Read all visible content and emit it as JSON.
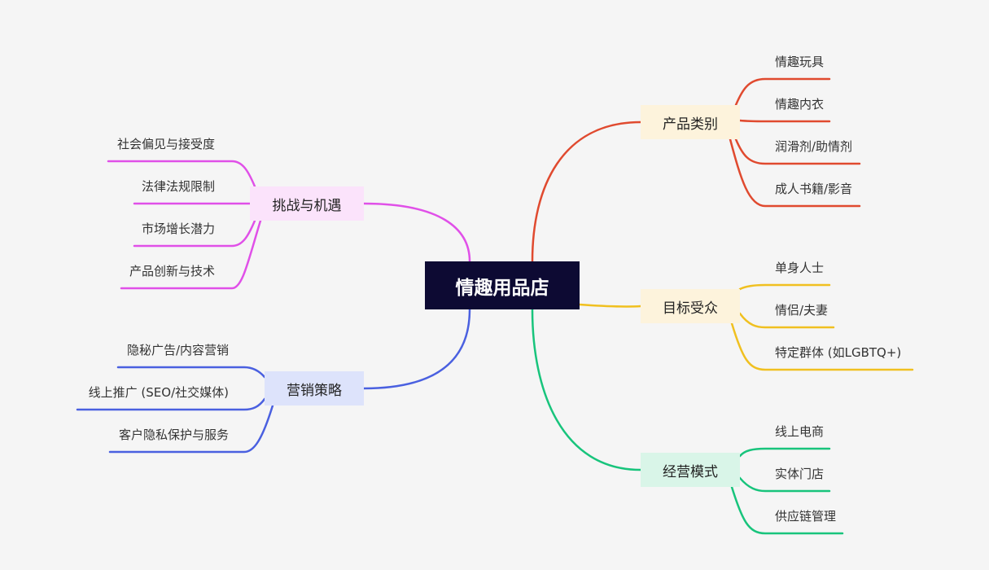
{
  "root": {
    "label": "情趣用品店"
  },
  "branches": [
    {
      "id": "product",
      "label": "产品类别",
      "color": "#e04a2f",
      "bg": "#fdf3dc",
      "children": [
        "情趣玩具",
        "情趣内衣",
        "润滑剂/助情剂",
        "成人书籍/影音"
      ]
    },
    {
      "id": "audience",
      "label": "目标受众",
      "color": "#f0c020",
      "bg": "#fdf3dc",
      "children": [
        "单身人士",
        "情侣/夫妻",
        "特定群体 (如LGBTQ+)"
      ]
    },
    {
      "id": "business",
      "label": "经营模式",
      "color": "#18c47c",
      "bg": "#d9f5e8",
      "children": [
        "线上电商",
        "实体门店",
        "供应链管理"
      ]
    },
    {
      "id": "challenge",
      "label": "挑战与机遇",
      "color": "#e050e8",
      "bg": "#fbe3fb",
      "children": [
        "社会偏见与接受度",
        "法律法规限制",
        "市场增长潜力",
        "产品创新与技术"
      ]
    },
    {
      "id": "marketing",
      "label": "营销策略",
      "color": "#4a60e0",
      "bg": "#dde3fb",
      "children": [
        "隐秘广告/内容营销",
        "线上推广 (SEO/社交媒体)",
        "客户隐私保护与服务"
      ]
    }
  ]
}
